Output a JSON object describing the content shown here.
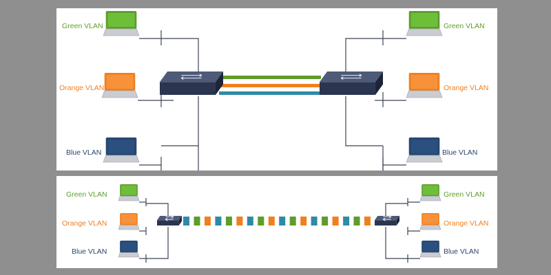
{
  "colors": {
    "background": "#8f8f8f",
    "panel": "#ffffff",
    "green": "#5f9c2a",
    "green_fill": "#6dbf3a",
    "orange": "#f07f1e",
    "orange_fill": "#f7923a",
    "blue": "#26466e",
    "blue_fill": "#2b4f7e",
    "teal": "#2e8aa8",
    "switch": "#2b3550",
    "wire": "#3a4455"
  },
  "diagrams": [
    {
      "name": "separate-links",
      "left": {
        "hosts": [
          {
            "label": "Green VLAN",
            "color": "green",
            "icon": "laptop-icon"
          },
          {
            "label": "Orange VLAN",
            "color": "orange",
            "icon": "laptop-icon"
          },
          {
            "label": "Blue VLAN",
            "color": "blue",
            "icon": "laptop-icon"
          }
        ],
        "switch_icon": "switch-icon"
      },
      "right": {
        "hosts": [
          {
            "label": "Green VLAN",
            "color": "green",
            "icon": "laptop-icon"
          },
          {
            "label": "Orange VLAN",
            "color": "orange",
            "icon": "laptop-icon"
          },
          {
            "label": "Blue VLAN",
            "color": "blue",
            "icon": "laptop-icon"
          }
        ],
        "switch_icon": "switch-icon"
      },
      "links": [
        "green",
        "orange",
        "teal"
      ]
    },
    {
      "name": "trunk-link",
      "left": {
        "hosts": [
          {
            "label": "Green VLAN",
            "color": "green",
            "icon": "laptop-icon"
          },
          {
            "label": "Orange VLAN",
            "color": "orange",
            "icon": "laptop-icon"
          },
          {
            "label": "Blue VLAN",
            "color": "blue",
            "icon": "laptop-icon"
          }
        ],
        "switch_icon": "switch-icon"
      },
      "right": {
        "hosts": [
          {
            "label": "Green VLAN",
            "color": "green",
            "icon": "laptop-icon"
          },
          {
            "label": "Orange VLAN",
            "color": "orange",
            "icon": "laptop-icon"
          },
          {
            "label": "Blue VLAN",
            "color": "blue",
            "icon": "laptop-icon"
          }
        ],
        "switch_icon": "switch-icon"
      },
      "frame_sequence": [
        "blue",
        "green",
        "orange",
        "blue",
        "green",
        "orange",
        "blue",
        "green",
        "orange",
        "blue",
        "green",
        "orange",
        "blue",
        "green",
        "orange",
        "blue",
        "green",
        "orange"
      ]
    }
  ]
}
